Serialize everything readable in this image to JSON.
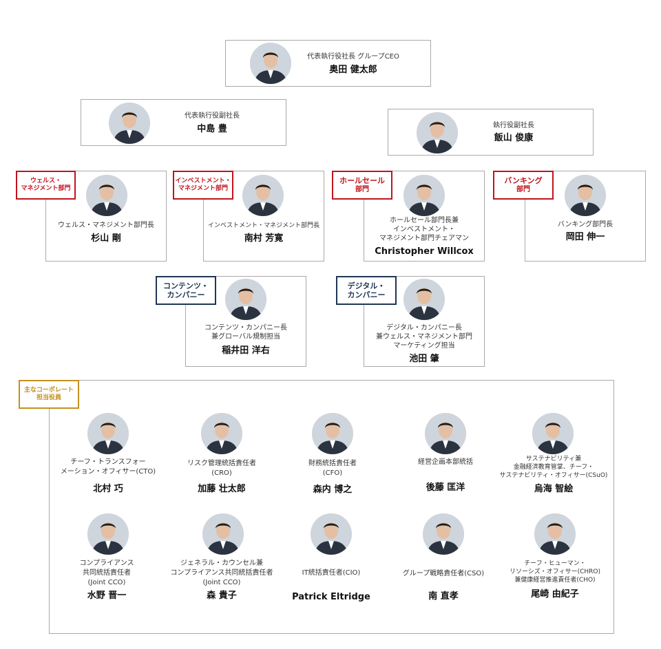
{
  "ceo": {
    "title": "代表執行役社長 グループCEO",
    "name": "奥田 健太郎"
  },
  "deputies": [
    {
      "title": "代表執行役副社長",
      "name": "中島 豊"
    },
    {
      "title": "執行役副社長",
      "name": "飯山 俊康"
    }
  ],
  "divisions": [
    {
      "tag": [
        "ウェルス・",
        "マネジメント部門"
      ],
      "title": [
        "ウェルス・マネジメント部門長"
      ],
      "name": "杉山 剛"
    },
    {
      "tag": [
        "インベストメント・",
        "マネジメント部門"
      ],
      "title": [
        "インベストメント・マネジメント部門長"
      ],
      "name": "南村 芳寛"
    },
    {
      "tag": [
        "ホールセール",
        "部門"
      ],
      "title": [
        "ホールセール部門長兼",
        "インベストメント・",
        "マネジメント部門チェアマン"
      ],
      "name": "Christopher Willcox"
    },
    {
      "tag": [
        "バンキング",
        "部門"
      ],
      "title": [
        "バンキング部門長"
      ],
      "name": "岡田 伸一"
    }
  ],
  "companies": [
    {
      "tag": [
        "コンテンツ・",
        "カンパニー"
      ],
      "title": [
        "コンテンツ・カンパニー長",
        "兼グローバル規制担当"
      ],
      "name": "稲井田 洋右"
    },
    {
      "tag": [
        "デジタル・",
        "カンパニー"
      ],
      "title": [
        "デジタル・カンパニー長",
        "兼ウェルス・マネジメント部門",
        "マーケティング担当"
      ],
      "name": "池田 肇"
    }
  ],
  "corporate": {
    "tag": [
      "主なコーポレート",
      "担当役員"
    ],
    "row1": [
      {
        "title": [
          "チーフ・トランスフォー",
          "メーション・オフィサー(CTO)"
        ],
        "name": "北村 巧"
      },
      {
        "title": [
          "リスク管理統括責任者",
          "(CRO)"
        ],
        "name": "加藤 壮太郎"
      },
      {
        "title": [
          "財務統括責任者",
          "(CFO)"
        ],
        "name": "森内 博之"
      },
      {
        "title": [
          "経営企画本部統括"
        ],
        "name": "後藤 匡洋"
      },
      {
        "title": [
          "サステナビリティ兼",
          "金融経済教育管掌、チーフ・",
          "サステナビリティ・オフィサー(CSuO)"
        ],
        "name": "烏海 智絵"
      }
    ],
    "row2": [
      {
        "title": [
          "コンプライアンス",
          "共同統括責任者",
          "(Joint CCO)"
        ],
        "name": "水野 晋一"
      },
      {
        "title": [
          "ジェネラル・カウンセル兼",
          "コンプライアンス共同統括責任者",
          "(Joint CCO)"
        ],
        "name": "森 貴子"
      },
      {
        "title": [
          "IT統括責任者(CIO)"
        ],
        "name": "Patrick Eltridge"
      },
      {
        "title": [
          "グループ戦略責任者(CSO)"
        ],
        "name": "南 直孝"
      },
      {
        "title": [
          "チーフ・ヒューマン・",
          "リソーシズ・オフィサー(CHRO)",
          "兼健康経営推進責任者(CHO)"
        ],
        "name": "尾崎 由紀子"
      }
    ]
  }
}
